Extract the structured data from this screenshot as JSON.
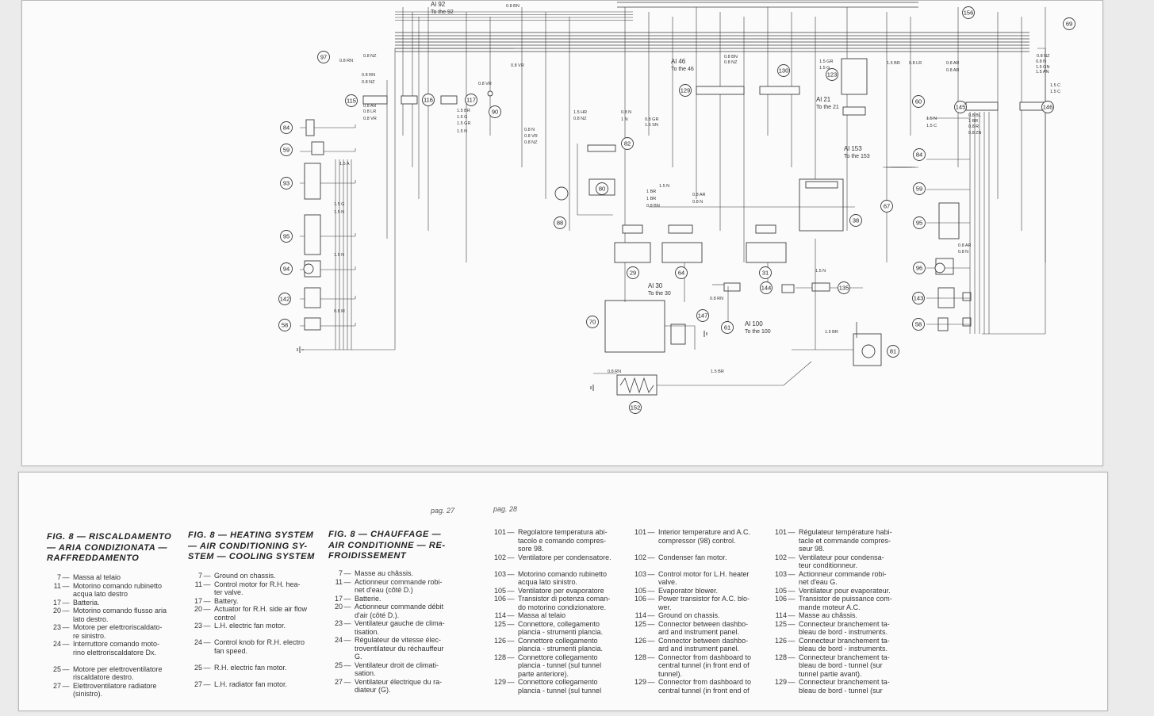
{
  "diagram": {
    "numbers": [
      "97",
      "115",
      "116",
      "117",
      "90",
      "84",
      "59",
      "93",
      "95",
      "94",
      "142",
      "58",
      "82",
      "80",
      "88",
      "29",
      "64",
      "31",
      "130",
      "123",
      "129",
      "156",
      "69",
      "60",
      "145",
      "146",
      "84",
      "59",
      "95",
      "96",
      "143",
      "58",
      "67",
      "38",
      "144",
      "135",
      "61",
      "147",
      "70",
      "81",
      "152"
    ],
    "refs": [
      {
        "a": "Al 92",
        "b": "To the 92"
      },
      {
        "a": "Al 46",
        "b": "To the 46"
      },
      {
        "a": "Al 21",
        "b": "To the 21"
      },
      {
        "a": "Al 153",
        "b": "To the 153"
      },
      {
        "a": "Al  30",
        "b": "To the 30"
      },
      {
        "a": "Al 100",
        "b": "To the 100"
      }
    ],
    "wires": [
      "0.8 RN",
      "0.8 NZ",
      "0.8 RN",
      "0.8 NZ",
      "0.8 BN",
      "0.8 VR",
      "0.8 VR",
      "0.8 AR",
      "0.8 LR",
      "0.8 VR",
      "1.5 BR",
      "1.5 G",
      "1.5 GR",
      "1.5 N",
      "1.5 A",
      "1.5 G",
      "1.5 N",
      "1.5 N",
      "0.8 M",
      "0.8 N",
      "0.8 VR",
      "0.8 NZ",
      "1.5 HR",
      "0.8 NZ",
      "0.8 N",
      "1 N",
      "0.8 GR",
      "1.5 SN",
      "1.5 N",
      "1 BR",
      "1 BR",
      "0.8 BN",
      "0.8 AR",
      "0.8 N",
      "0.8 BN",
      "0.8 NZ",
      "1.5 G",
      "1.5 GR",
      "1.5 BR",
      "0.8 LR",
      "0.8 AR",
      "0.8 AR",
      "0.8 NZ",
      "0.8 N",
      "1.5 GN",
      "1.5 AN",
      "1.5 C",
      "1.5 C",
      "1.5 N",
      "1.5 C",
      "0.8 BL",
      "1 BR",
      "0.8 R",
      "0.8 ZN",
      "0.8 AR",
      "0.8 N",
      "1.5 N",
      "0.8 RN",
      "0.8 RN",
      "1.5 BR",
      "1.5 BR"
    ]
  },
  "pages": {
    "left": "pag. 27",
    "right": "pag. 28"
  },
  "columns": [
    {
      "title": [
        "FIG. 8 — RISCALDAMENTO",
        "— ARIA CONDIZIONATA —",
        "RAFFREDDAMENTO"
      ],
      "items": [
        {
          "n": "7",
          "t": [
            "Massa al telaio"
          ]
        },
        {
          "n": "11",
          "t": [
            "Motorino comando rubinetto",
            "acqua lato destro"
          ]
        },
        {
          "n": "17",
          "t": [
            "Batteria."
          ]
        },
        {
          "n": "20",
          "t": [
            "Motorino comando flusso aria",
            "lato destro."
          ]
        },
        {
          "n": "23",
          "t": [
            "Motore per elettroriscaldato-",
            "re sinistro."
          ]
        },
        {
          "n": "24",
          "t": [
            "Interruttore comando moto-",
            "rino elettroriscaldatore Dx."
          ]
        },
        {
          "n": "25",
          "t": [
            "Motore per elettroventilatore",
            "riscaldatore destro."
          ]
        },
        {
          "n": "27",
          "t": [
            "Elettroventilatore radiatore",
            "(sinistro)."
          ]
        }
      ]
    },
    {
      "title": [
        "FIG. 8 — HEATING SYSTEM",
        "— AIR CONDITIONING SY-",
        "STEM — COOLING SYSTEM"
      ],
      "items": [
        {
          "n": "7",
          "t": [
            "Ground on chassis."
          ]
        },
        {
          "n": "11",
          "t": [
            "Control motor for R.H. hea-",
            "ter valve."
          ]
        },
        {
          "n": "17",
          "t": [
            "Battery."
          ]
        },
        {
          "n": "20",
          "t": [
            "Actuator for R.H. side air flow",
            "control"
          ]
        },
        {
          "n": "23",
          "t": [
            "L.H. electric fan motor."
          ]
        },
        {
          "n": "24",
          "t": [
            "Control knob for R.H. electro",
            "fan speed."
          ]
        },
        {
          "n": "25",
          "t": [
            "R.H. electric fan motor."
          ]
        },
        {
          "n": "27",
          "t": [
            "L.H. radiator fan motor."
          ]
        }
      ]
    },
    {
      "title": [
        "FIG. 8 — CHAUFFAGE —",
        "AIR CONDITIONNE — RE-",
        "FROIDISSEMENT"
      ],
      "items": [
        {
          "n": "7",
          "t": [
            "Masse au châssis."
          ]
        },
        {
          "n": "11",
          "t": [
            "Actionneur commande robi-",
            "net d'eau (côté D.)"
          ]
        },
        {
          "n": "17",
          "t": [
            "Batterie."
          ]
        },
        {
          "n": "20",
          "t": [
            "Actionneur commande débit",
            "d'air (côté D.)."
          ]
        },
        {
          "n": "23",
          "t": [
            "Ventilateur gauche de clima-",
            "tisation."
          ]
        },
        {
          "n": "24",
          "t": [
            "Régulateur de vitesse élec-",
            "troventilateur du réchauffeur",
            "G."
          ]
        },
        {
          "n": "25",
          "t": [
            "Ventilateur droit de climati-",
            "sation."
          ]
        },
        {
          "n": "27",
          "t": [
            "Ventilateur électrique du ra-",
            "diateur (G)."
          ]
        }
      ]
    },
    {
      "items": [
        {
          "n": "101",
          "t": [
            "Regolatore temperatura abi-",
            "tacolo e comando compres-",
            "sore 98."
          ]
        },
        {
          "n": "102",
          "t": [
            "Ventilatore per condensatore."
          ]
        },
        {
          "n": "103",
          "t": [
            "Motorino comando rubinetto",
            "acqua lato sinistro."
          ]
        },
        {
          "n": "105",
          "t": [
            "Ventilatore per evaporatore"
          ]
        },
        {
          "n": "106",
          "t": [
            "Transistor di potenza coman-",
            "do motorino condizionatore."
          ]
        },
        {
          "n": "114",
          "t": [
            "Massa al telaio"
          ]
        },
        {
          "n": "125",
          "t": [
            "Connettore, collegamento",
            "plancia - strumenti plancia."
          ]
        },
        {
          "n": "126",
          "t": [
            "Connettore collegamento",
            "plancia - strumenti plancia."
          ]
        },
        {
          "n": "128",
          "t": [
            "Connettore collegamento",
            "plancia - tunnel (sul tunnel",
            "parte anteriore)."
          ]
        },
        {
          "n": "129",
          "t": [
            "Connettore collegamento",
            "plancia - tunnel (sul tunnel"
          ]
        }
      ]
    },
    {
      "items": [
        {
          "n": "101",
          "t": [
            "Interior temperature and A.C.",
            "compressor (98) control."
          ]
        },
        {
          "n": "102",
          "t": [
            "Condenser fan motor."
          ]
        },
        {
          "n": "103",
          "t": [
            "Control motor for L.H. heater",
            "valve."
          ]
        },
        {
          "n": "105",
          "t": [
            "Evaporator blower."
          ]
        },
        {
          "n": "106",
          "t": [
            "Power transistor for A.C. blo-",
            "wer."
          ]
        },
        {
          "n": "114",
          "t": [
            "Ground on chassis."
          ]
        },
        {
          "n": "125",
          "t": [
            "Connector between dashbo-",
            "ard and instrument panel."
          ]
        },
        {
          "n": "126",
          "t": [
            "Connector between dashbo-",
            "ard and instrument panel."
          ]
        },
        {
          "n": "128",
          "t": [
            "Connector from dashboard to",
            "central tunnel (in front end of",
            "tunnel)."
          ]
        },
        {
          "n": "129",
          "t": [
            "Connector from dashboard to",
            "central tunnel (in front end of"
          ]
        }
      ]
    },
    {
      "items": [
        {
          "n": "101",
          "t": [
            "Régulateur température habi-",
            "tacle et commande compres-",
            "seur 98."
          ]
        },
        {
          "n": "102",
          "t": [
            "Ventilateur pour condensa-",
            "teur conditionneur."
          ]
        },
        {
          "n": "103",
          "t": [
            "Actionneur commande robi-",
            "net d'eau G."
          ]
        },
        {
          "n": "105",
          "t": [
            "Ventilateur pour evaporateur."
          ]
        },
        {
          "n": "106",
          "t": [
            "Transistor de puissance com-",
            "mande moteur A.C."
          ]
        },
        {
          "n": "114",
          "t": [
            "Masse au châssis."
          ]
        },
        {
          "n": "125",
          "t": [
            "Connecteur branchement ta-",
            "bleau de bord - instruments."
          ]
        },
        {
          "n": "126",
          "t": [
            "Connecteur branchement ta-",
            "bleau de bord - instruments."
          ]
        },
        {
          "n": "128",
          "t": [
            "Connecteur branchement ta-",
            "bleau de bord - tunnel (sur",
            "tunnel partie avant)."
          ]
        },
        {
          "n": "129",
          "t": [
            "Connecteur branchement ta-",
            "bleau de bord - tunnel (sur"
          ]
        }
      ]
    }
  ]
}
